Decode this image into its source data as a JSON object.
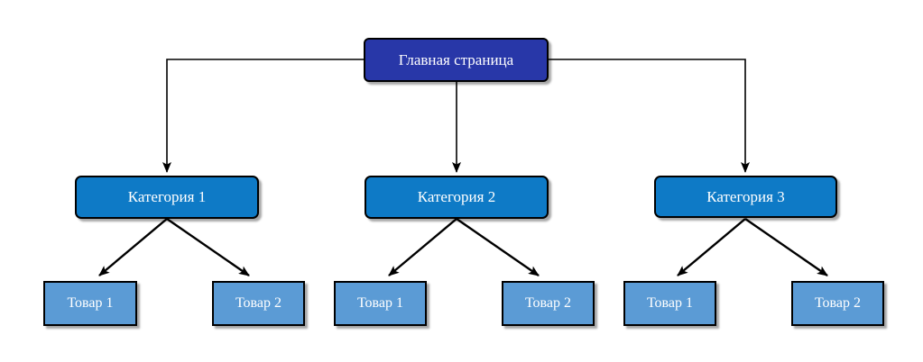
{
  "diagram": {
    "colors": {
      "root_fill": "#2837a8",
      "category_fill": "#0e7ac6",
      "product_fill": "#5b9bd5",
      "border": "#000000",
      "connector": "#000000",
      "text": "#ffffff"
    },
    "root": {
      "label": "Главная страница"
    },
    "categories": [
      {
        "label": "Категория 1",
        "products": [
          {
            "label": "Товар 1"
          },
          {
            "label": "Товар 2"
          }
        ]
      },
      {
        "label": "Категория 2",
        "products": [
          {
            "label": "Товар 1"
          },
          {
            "label": "Товар 2"
          }
        ]
      },
      {
        "label": "Категория 3",
        "products": [
          {
            "label": "Товар 1"
          },
          {
            "label": "Товар 2"
          }
        ]
      }
    ]
  }
}
